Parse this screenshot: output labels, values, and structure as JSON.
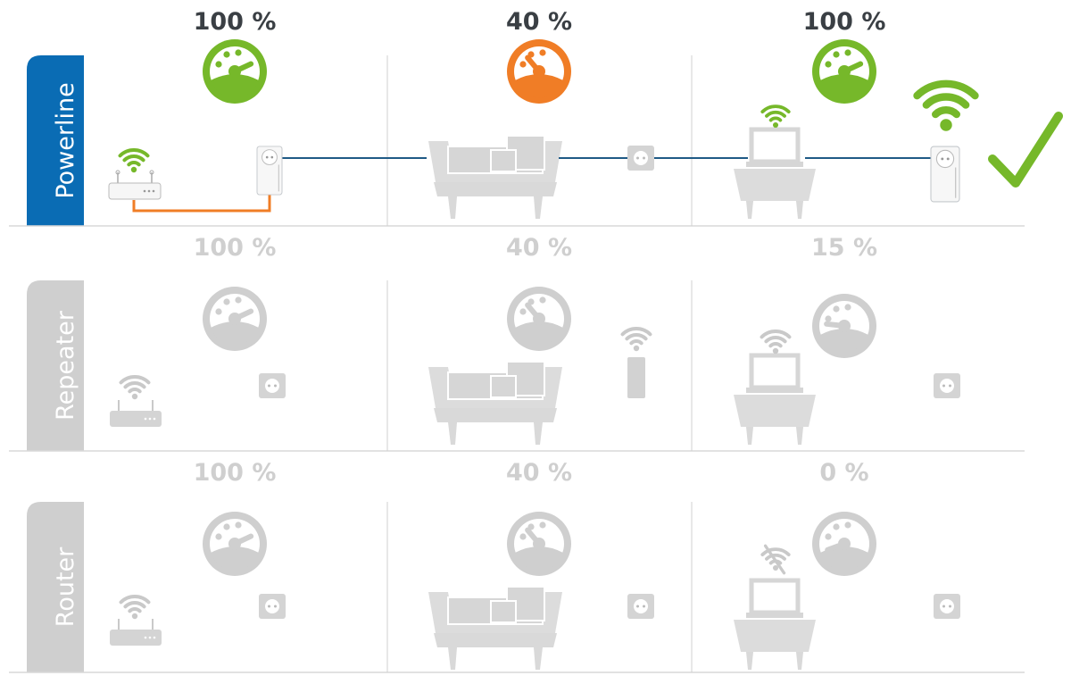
{
  "colors": {
    "powerline_blue": "#0a6cb4",
    "green": "#76b82a",
    "orange": "#f07d26",
    "inactive_gray": "#cfcfcf",
    "text_dark": "#3a3f44",
    "line_blue": "#1f5a86",
    "cable_orange": "#f07d26"
  },
  "rows": [
    {
      "label": "Powerline",
      "active": true,
      "cells": [
        {
          "percent_label": "100 %",
          "value": 100,
          "level": "green"
        },
        {
          "percent_label": "40 %",
          "value": 40,
          "level": "orange"
        },
        {
          "percent_label": "100 %",
          "value": 100,
          "level": "green"
        }
      ],
      "result_icon": "check-icon"
    },
    {
      "label": "Repeater",
      "active": false,
      "cells": [
        {
          "percent_label": "100 %",
          "value": 100,
          "level": "gray"
        },
        {
          "percent_label": "40 %",
          "value": 40,
          "level": "gray"
        },
        {
          "percent_label": "15 %",
          "value": 15,
          "level": "gray"
        }
      ]
    },
    {
      "label": "Router",
      "active": false,
      "cells": [
        {
          "percent_label": "100 %",
          "value": 100,
          "level": "gray"
        },
        {
          "percent_label": "40 %",
          "value": 40,
          "level": "gray"
        },
        {
          "percent_label": "0 %",
          "value": 0,
          "level": "gray"
        }
      ]
    }
  ]
}
